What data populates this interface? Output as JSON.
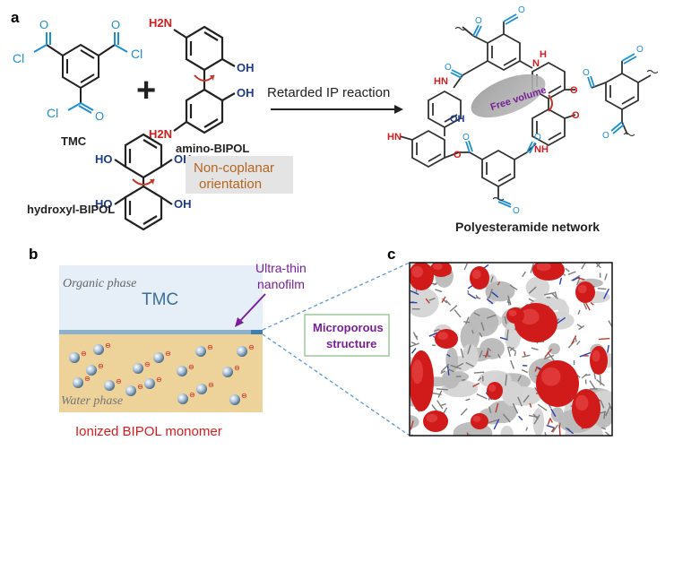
{
  "panels": {
    "a": "a",
    "b": "b",
    "c": "c"
  },
  "panel_a": {
    "tmc_label": "TMC",
    "cl": "Cl",
    "plus": "+",
    "amino_label": "amino-BIPOL",
    "hydroxyl_label": "hydroxyl-BIPOL",
    "h2n": "H2N",
    "oh": "OH",
    "ho": "HO",
    "o": "O",
    "nh": "NH",
    "hn": "HN",
    "h": "H",
    "n": "N",
    "non_coplanar_line1": "Non-coplanar",
    "non_coplanar_line2": "orientation",
    "reaction_label": "Retarded IP reaction",
    "free_volume": "Free volume",
    "network_label": "Polyesteramide network"
  },
  "panel_b": {
    "organic_phase": "Organic phase",
    "tmc": "TMC",
    "water_phase": "Water phase",
    "nanofilm_line1": "Ultra-thin",
    "nanofilm_line2": "nanofilm",
    "monomer_label": "Ionized BIPOL monomer",
    "charge": "⊖"
  },
  "panel_c": {
    "micro_line1": "Microporous",
    "micro_line2": "structure"
  },
  "colors": {
    "blue": "#1e8fd0",
    "red": "#d51d1d",
    "navy": "#1f3b8f",
    "orange": "#b5651d",
    "purple": "#7a1f9a",
    "organic_fill": "#e6eef8",
    "water_fill": "#edd29a"
  }
}
